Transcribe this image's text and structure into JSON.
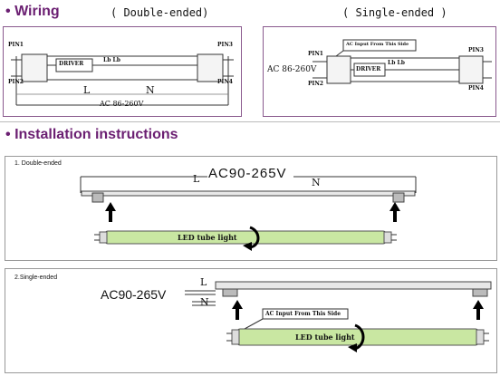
{
  "wiring": {
    "title": "Wiring",
    "double_label": "( Double-ended)",
    "single_label": "( Single-ended )",
    "double": {
      "pin1": "PIN1",
      "pin2": "PIN2",
      "pin3": "PIN3",
      "pin4": "PIN4",
      "driver": "DRIVER",
      "led": "Lb Lb",
      "l": "L",
      "n": "N",
      "ac": "AC 86-260V"
    },
    "single": {
      "pin1": "PIN1",
      "pin2": "PIN2",
      "pin3": "PIN3",
      "pin4": "PIN4",
      "driver": "DRIVER",
      "led": "Lb Lb",
      "ac_input": "AC Input From This Side",
      "ac": "AC 86-260V"
    }
  },
  "installation": {
    "title": "Installation instructions",
    "double": {
      "caption": "1. Double-ended",
      "ac": "AC90-265V",
      "l": "L",
      "n": "N",
      "tube": "LED tube light"
    },
    "single": {
      "caption": "2.Single-ended",
      "ac": "AC90-265V",
      "l": "L",
      "n": "N",
      "ac_input": "AC Input From This Side",
      "tube": "LED tube light"
    }
  },
  "colors": {
    "title": "#6b1f72",
    "tube_glow": "#c9e7a2",
    "panel_border": "#8a5a8e"
  }
}
